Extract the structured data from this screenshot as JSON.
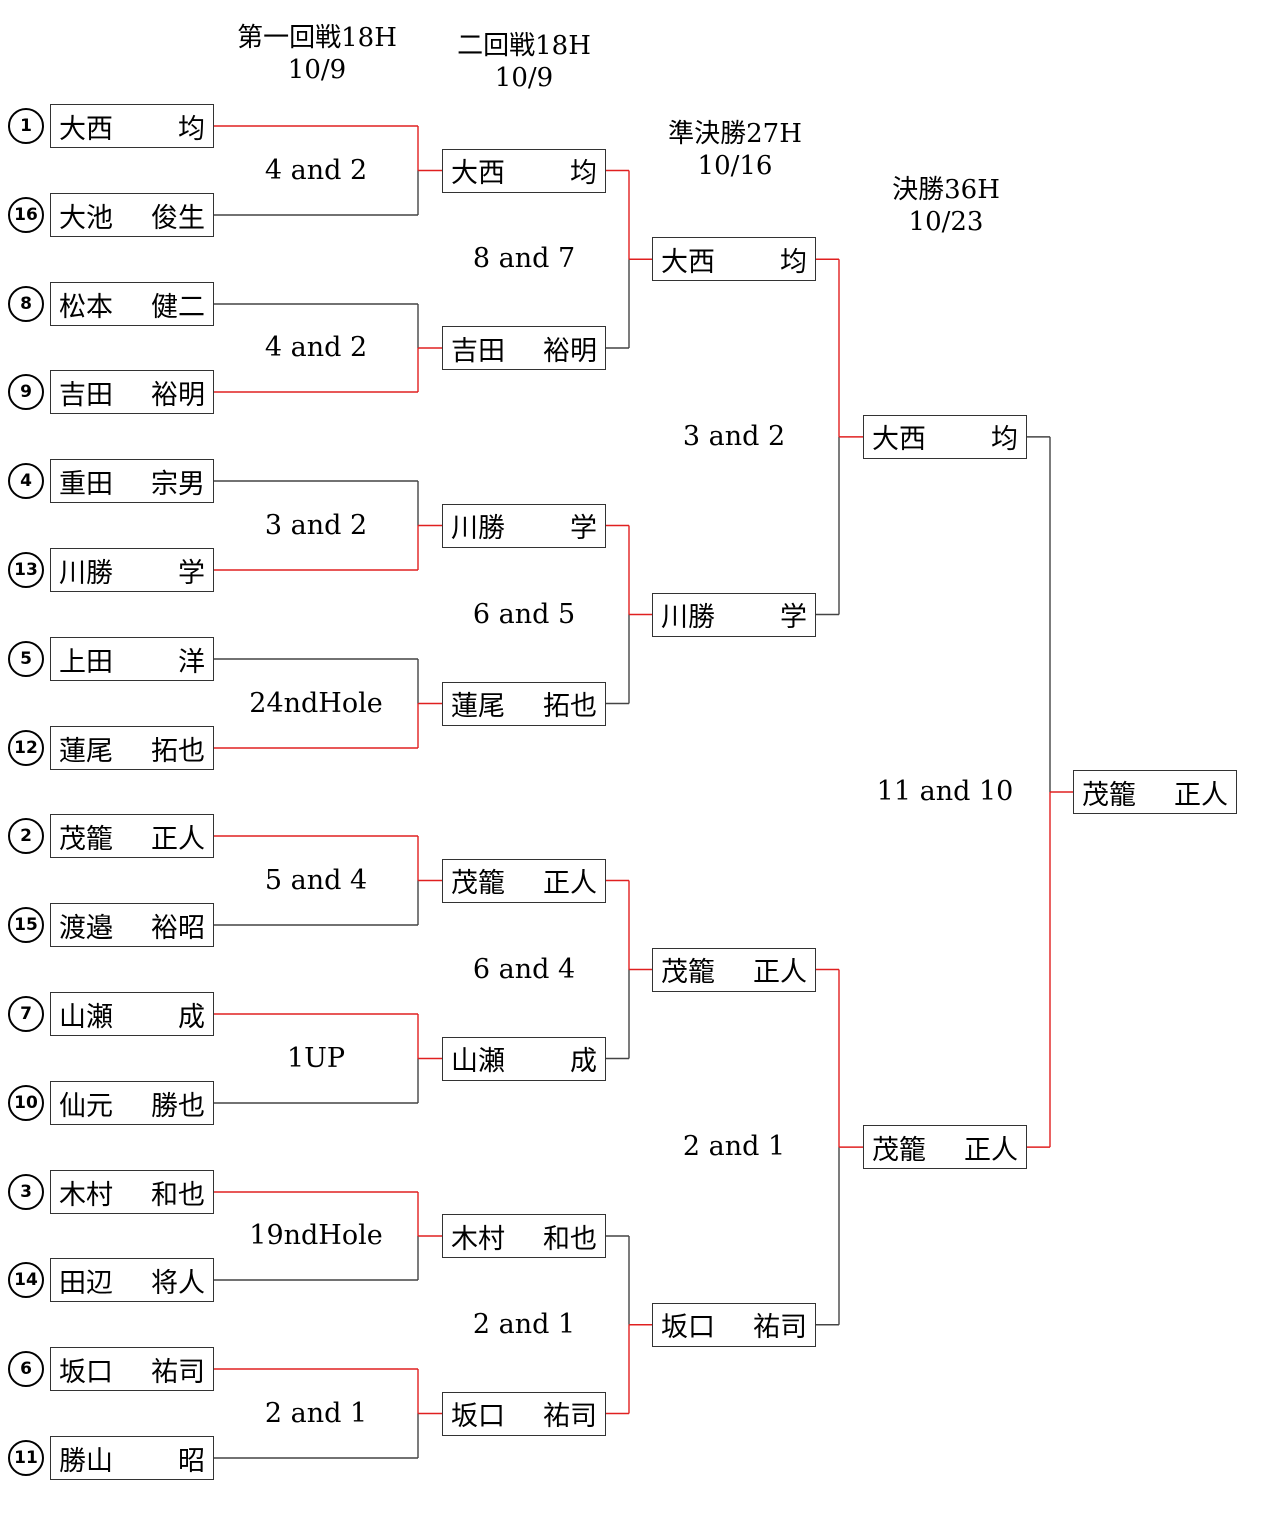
{
  "headers": [
    {
      "round": "第一回戦18H",
      "date": "10/9"
    },
    {
      "round": "二回戦18H",
      "date": "10/9"
    },
    {
      "round": "準決勝27H",
      "date": "10/16"
    },
    {
      "round": "決勝36H",
      "date": "10/23"
    }
  ],
  "round1": [
    {
      "seed": "1",
      "family": "大西",
      "given": "均",
      "win": true
    },
    {
      "seed": "16",
      "family": "大池",
      "given": "俊生",
      "win": false
    },
    {
      "seed": "8",
      "family": "松本",
      "given": "健二",
      "win": false
    },
    {
      "seed": "9",
      "family": "吉田",
      "given": "裕明",
      "win": true
    },
    {
      "seed": "4",
      "family": "重田",
      "given": "宗男",
      "win": false
    },
    {
      "seed": "13",
      "family": "川勝",
      "given": "学",
      "win": true
    },
    {
      "seed": "5",
      "family": "上田",
      "given": "洋",
      "win": false
    },
    {
      "seed": "12",
      "family": "蓮尾",
      "given": "拓也",
      "win": true
    },
    {
      "seed": "2",
      "family": "茂籠",
      "given": "正人",
      "win": true
    },
    {
      "seed": "15",
      "family": "渡邉",
      "given": "裕昭",
      "win": false
    },
    {
      "seed": "7",
      "family": "山瀬",
      "given": "成",
      "win": true
    },
    {
      "seed": "10",
      "family": "仙元",
      "given": "勝也",
      "win": false
    },
    {
      "seed": "3",
      "family": "木村",
      "given": "和也",
      "win": true
    },
    {
      "seed": "14",
      "family": "田辺",
      "given": "将人",
      "win": false
    },
    {
      "seed": "6",
      "family": "坂口",
      "given": "祐司",
      "win": true
    },
    {
      "seed": "11",
      "family": "勝山",
      "given": "昭",
      "win": false
    }
  ],
  "round2": [
    {
      "family": "大西",
      "given": "均",
      "win": true
    },
    {
      "family": "吉田",
      "given": "裕明",
      "win": false
    },
    {
      "family": "川勝",
      "given": "学",
      "win": true
    },
    {
      "family": "蓮尾",
      "given": "拓也",
      "win": false
    },
    {
      "family": "茂籠",
      "given": "正人",
      "win": true
    },
    {
      "family": "山瀬",
      "given": "成",
      "win": false
    },
    {
      "family": "木村",
      "given": "和也",
      "win": false
    },
    {
      "family": "坂口",
      "given": "祐司",
      "win": true
    }
  ],
  "semifinal": [
    {
      "family": "大西",
      "given": "均",
      "win": true
    },
    {
      "family": "川勝",
      "given": "学",
      "win": false
    },
    {
      "family": "茂籠",
      "given": "正人",
      "win": true
    },
    {
      "family": "坂口",
      "given": "祐司",
      "win": false
    }
  ],
  "final": [
    {
      "family": "大西",
      "given": "均",
      "win": false
    },
    {
      "family": "茂籠",
      "given": "正人",
      "win": true
    }
  ],
  "champion": {
    "family": "茂籠",
    "given": "正人"
  },
  "scores_round1": [
    "4 and 2",
    "4 and 2",
    "3 and 2",
    "24ndHole",
    "5 and 4",
    "1UP",
    "19ndHole",
    "2 and 1"
  ],
  "scores_round2": [
    "8 and 7",
    "6 and 5",
    "6 and 4",
    "2 and 1"
  ],
  "scores_semifinal": [
    "3 and 2",
    "2 and 1"
  ],
  "scores_final": [
    "11 and 10"
  ],
  "colors": {
    "winner_line": "#e02020",
    "loser_line": "#444444",
    "box_border": "#333333"
  }
}
